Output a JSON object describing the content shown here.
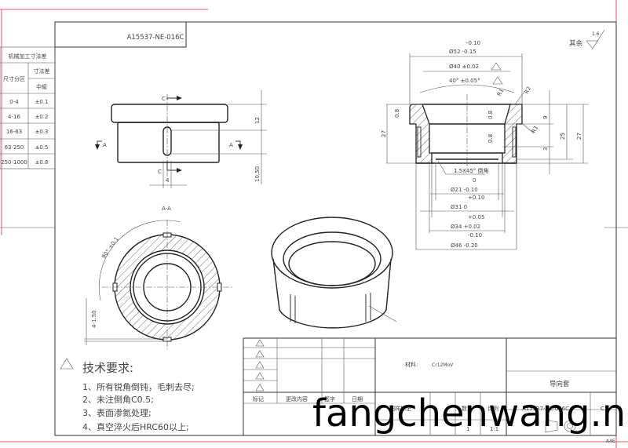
{
  "drawing": {
    "mirrored_code": "A15537-NE-016C",
    "surface_note": "其余",
    "surface_value": "1.6",
    "tolerance_table": {
      "title": "机械加工寸法差",
      "col1": "尺寸分区",
      "col2": "寸法差",
      "grade": "中級",
      "rows": [
        {
          "range": "0-4",
          "tol": "±0.1"
        },
        {
          "range": "4-16",
          "tol": "±0.2"
        },
        {
          "range": "16-63",
          "tol": "±0.3"
        },
        {
          "range": "63-250",
          "tol": "±0.5"
        },
        {
          "range": "250-1000",
          "tol": "±0.8"
        }
      ]
    },
    "front_view": {
      "section_c": "C",
      "section_a": "A",
      "dim_12": "12",
      "dim_1050": "10.50",
      "dim_4": "4"
    },
    "section_aa": {
      "label": "A-A",
      "angle": "90° ±0.1",
      "slots": "4-1.50"
    },
    "section_view": {
      "d52_upper": "-0.10",
      "d52": "Ø52 -0.15",
      "d40": "Ø40 ±0.02",
      "angle40": "40°  ±0.05°",
      "r1a": "R1",
      "r2": "R2",
      "r1b": "R1",
      "rough1": "0.8",
      "rough2": "0.8",
      "rough3": "0.8",
      "dim_27_left": "27",
      "dim_9": "9",
      "dim_25": "25",
      "dim_27_right": "27",
      "dim_3": "3",
      "chamfer": "1.5X45° 倒角",
      "d21_upper": "0",
      "d21": "Ø21 -0.10",
      "d31_upper": "+0.10",
      "d31": "Ø31  0",
      "d34_upper": "+0.05",
      "d34": "Ø34 +0.02",
      "d46_upper": "-0.10",
      "d46": "Ø46 -0.20"
    },
    "tech_requirements": {
      "title": "技术要求:",
      "items": [
        "1、所有锐角倒钝，毛刺去尽;",
        "2、未注倒角C0.5;",
        "3、表面渗氮处理;",
        "4、真空淬火后HRC60以上;"
      ]
    },
    "title_block": {
      "rev_marks": [
        "1",
        "2",
        "3",
        "4",
        "5"
      ],
      "h_mark": "标记",
      "h_change": "更改内容",
      "h_sign": "签字",
      "h_date": "日期",
      "material_label": "材料:",
      "material": "Cr12MoV",
      "part_name": "导向套",
      "h_drawing_mark": "图样标记",
      "h_qty": "数量",
      "h_scale": "比例",
      "code": "A15537-NE-016C",
      "code_suffix": "C",
      "qty": "1",
      "scale": "1:1",
      "sheet": "A4E"
    },
    "watermark": "fangchenwang.net"
  }
}
